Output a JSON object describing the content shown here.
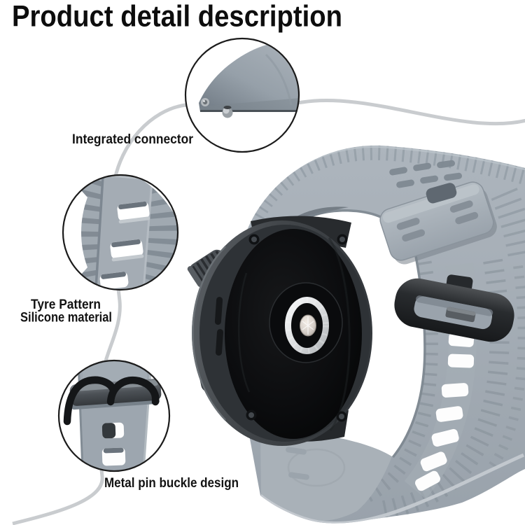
{
  "title": {
    "text": "Product detail description"
  },
  "callouts": [
    {
      "id": "connector",
      "label": "Integrated connector"
    },
    {
      "id": "tyre",
      "label_line1": "Tyre Pattern",
      "label_line2": "Silicone material"
    },
    {
      "id": "buckle",
      "label": "Metal pin buckle design"
    }
  ],
  "colors": {
    "strap_gray": "#9ea7b0",
    "strap_highlight": "#c3c9ce",
    "strap_shadow": "#79828b",
    "watch_case": "#3a3e42",
    "watch_back": "#0b0c0e",
    "sensor_ring": "#e8e9ea",
    "curve_line": "#c9cccf",
    "text": "#111111",
    "background": "#ffffff"
  }
}
